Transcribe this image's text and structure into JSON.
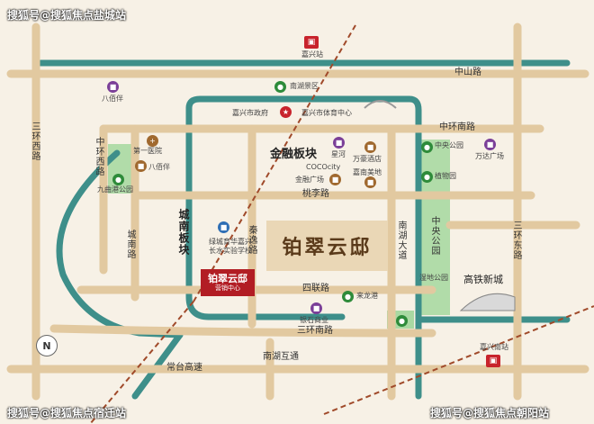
{
  "watermarks": {
    "top_left": "搜狐号@搜狐焦点盐城站",
    "bottom_left": "搜狐号@搜狐焦点宿迁站",
    "bottom_right": "搜狐号@搜狐焦点朝阳站"
  },
  "roads": {
    "zhongshan": "中山路",
    "zhonghuan_nan": "中环南路",
    "taoli": "桃李路",
    "sihuan_xi": "三环西路",
    "zhonghuan_xi": "中环西路",
    "chengnan": "城南路",
    "qinyi": "秦逸路",
    "nanhu_dadao": "南湖大道",
    "sihuan_dong": "三环东路",
    "silian": "四联路",
    "sihuan_nan": "三环南路",
    "changtai_gaosu": "常台高速",
    "nanhu_hutong": "南湖互通"
  },
  "places": {
    "jiaxing_station": "嘉兴站",
    "nanhu_scenic": "南湖景区",
    "city_gov": "嘉兴市政府",
    "sports_center": "嘉兴市体育中心",
    "bayue": "八佰伴",
    "dierhospital": "第一医院",
    "bayue2": "八佰伴",
    "finance_block": "金融板块",
    "xinghe": "星河",
    "wanfang_hotel": "万豪酒店",
    "cocoity": "COCOcity",
    "jiaxiang": "嘉南美地",
    "jinrong_plaza": "金融广场",
    "central_park": "中央公园",
    "wanda": "万达广场",
    "plants": "植物园",
    "jiuhe_park": "九曲港公园",
    "chengnan_block": "城南板块",
    "school": "绿城育华嘉兴长水实验学校",
    "project_name": "铂翠云邸",
    "sales_center": "营销中心",
    "central_park_v": "中央公园",
    "wetland_park": "湿地公园",
    "gaotie_xincheng": "高铁新城",
    "laigang": "来龙港",
    "commercial": "银石商业",
    "jiaxing_south": "嘉兴南站",
    "compass": "N"
  }
}
